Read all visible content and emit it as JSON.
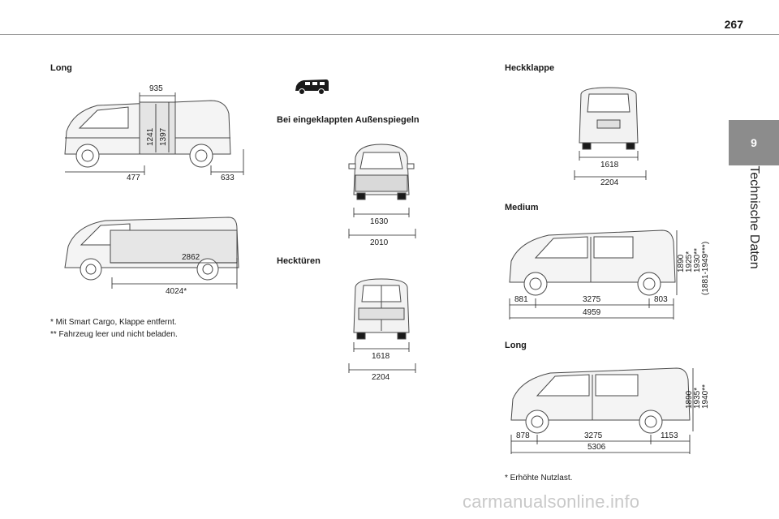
{
  "page": {
    "number": "267",
    "chapter_number": "9",
    "chapter_title": "Technische Daten"
  },
  "left_column": {
    "heading": "Long",
    "side_view": {
      "top": "935",
      "height_inner": "1241",
      "height_outer": "1397",
      "front_overhang": "477",
      "rear_overhang": "633"
    },
    "cargo_view": {
      "cargo_length": "2862",
      "floor_length": "4024*"
    },
    "footnotes": [
      "* Mit Smart Cargo, Klappe entfernt.",
      "** Fahrzeug leer und nicht beladen."
    ]
  },
  "middle_column": {
    "van_icon": "van-silhouette-icon",
    "mirror_heading": "Bei eingeklappten Außenspiegeln",
    "front_view": {
      "inner": "1630",
      "outer": "2010"
    },
    "rear_doors_heading": "Hecktüren",
    "rear_doors_view": {
      "inner": "1618",
      "outer": "2204"
    }
  },
  "right_column": {
    "tailgate_heading": "Heckklappe",
    "tailgate_view": {
      "inner": "1618",
      "outer": "2204"
    },
    "medium_heading": "Medium",
    "medium_view": {
      "front": "881",
      "wheelbase": "3275",
      "rear": "803",
      "total": "4959",
      "heights": [
        "1890",
        "1925*",
        "1930**",
        "(1881-1949***)"
      ]
    },
    "long_heading": "Long",
    "long_view": {
      "front": "878",
      "wheelbase": "3275",
      "rear": "1153",
      "total": "5306",
      "heights": [
        "1890",
        "1935*",
        "1940**"
      ]
    },
    "footnote": "* Erhöhte Nutzlast."
  },
  "watermark": "carmanualsonline.info",
  "colors": {
    "tab": "#8c8c8c",
    "line": "#4a4a4a",
    "rule": "#9a9a9a"
  }
}
